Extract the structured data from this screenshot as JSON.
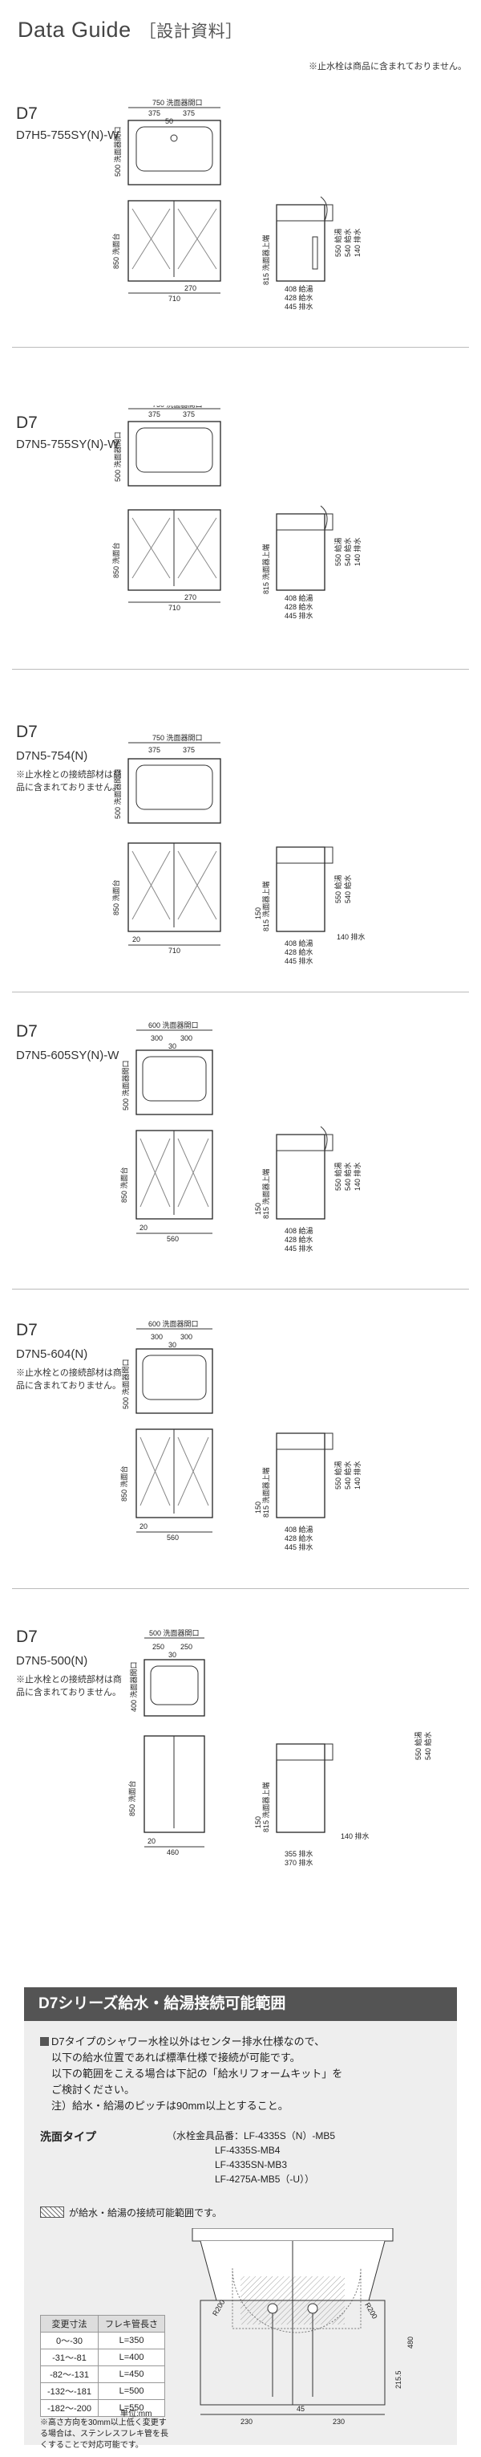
{
  "header": {
    "title": "Data Guide",
    "subtitle": "［設計資料］"
  },
  "top_note": "※止水栓は商品に含まれておりません。",
  "sections": [
    {
      "code": "D7",
      "model": "D7H5-755SY(N)-W",
      "note": ""
    },
    {
      "code": "D7",
      "model": "D7N5-755SY(N)-W",
      "note": ""
    },
    {
      "code": "D7",
      "model": "D7N5-754(N)",
      "note": "※止水栓との接続部材は商品に含まれておりません。"
    },
    {
      "code": "D7",
      "model": "D7N5-605SY(N)-W",
      "note": ""
    },
    {
      "code": "D7",
      "model": "D7N5-604(N)",
      "note": "※止水栓との接続部材は商品に含まれておりません。"
    },
    {
      "code": "D7",
      "model": "D7N5-500(N)",
      "note": "※止水栓との接続部材は商品に含まれておりません。"
    }
  ],
  "dims": {
    "w750": "750 洗面器開口",
    "w600": "600 洗面器開口",
    "w500": "500 洗面器開口",
    "d375": "375",
    "d300": "300",
    "d250": "250",
    "d50": "50",
    "d30": "30",
    "h500": "500 洗面器開口",
    "h400": "400 洗面器開口",
    "c270": "270",
    "c710": "710",
    "c560": "560",
    "c460": "460",
    "c20": "20",
    "h850": "850 洗面台",
    "h815": "815 洗面器上端",
    "h550": "550 給湯",
    "h540": "540 給水",
    "h140": "140 排水",
    "h150": "150",
    "b408": "408 給湯",
    "b428": "428 給水",
    "b445": "445 排水",
    "b355": "355 排水",
    "b370": "370 排水"
  },
  "supply": {
    "title": "D7シリーズ給水・給湯接続可能範囲",
    "lines": [
      "D7タイプのシャワー水栓以外はセンター排水仕様なので、",
      "以下の給水位置であれば標準仕様で接続が可能です。",
      "以下の範囲をこえる場合は下記の「給水リフォームキット」を",
      "ご検討ください。",
      "注）給水・給湯のピッチは90mm以上とすること。"
    ],
    "type_label": "洗面タイプ",
    "fittings": [
      "（水栓金具品番：LF-4335S（N）-MB5",
      "LF-4335S-MB4",
      "LF-4335SN-MB3",
      "LF-4275A-MB5（-U））"
    ],
    "legend": "が給水・給湯の接続可能範囲です。",
    "table_headers": [
      "変更寸法",
      "フレキ管長さ"
    ],
    "table_rows": [
      [
        "0～-30",
        "L=350"
      ],
      [
        "-31～-81",
        "L=400"
      ],
      [
        "-82～-131",
        "L=450"
      ],
      [
        "-132～-181",
        "L=500"
      ],
      [
        "-182～-200",
        "L=550"
      ]
    ],
    "unit": "単位:mm",
    "footnote": "※高さ方向を30mm以上低く変更する場合は、ステンレスフレキ管を長くすることで対応可能です。",
    "diagram_dims": {
      "r200a": "R200",
      "r200b": "R200",
      "d45": "45",
      "d230a": "230",
      "d230b": "230",
      "h480": "480",
      "h2155": "215.5"
    }
  }
}
